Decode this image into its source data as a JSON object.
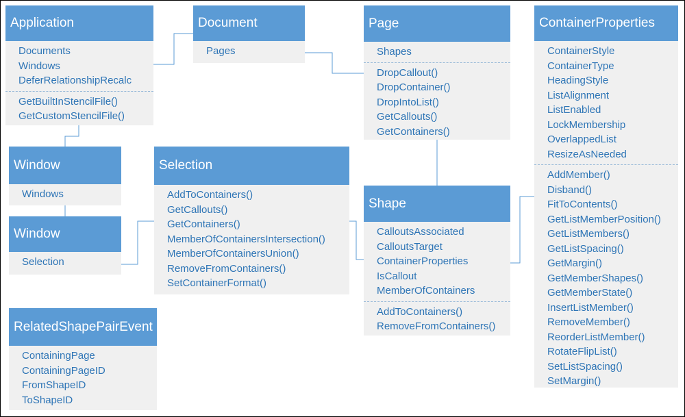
{
  "classes": {
    "application": {
      "title": "Application",
      "properties": [
        "Documents",
        "Windows",
        "DeferRelationshipRecalc"
      ],
      "methods": [
        "GetBuiltInStencilFile()",
        "GetCustomStencilFile()"
      ]
    },
    "document": {
      "title": "Document",
      "properties": [
        "Pages"
      ],
      "methods": []
    },
    "page": {
      "title": "Page",
      "properties": [
        "Shapes"
      ],
      "methods": [
        "DropCallout()",
        "DropContainer()",
        "DropIntoList()",
        "GetCallouts()",
        "GetContainers()"
      ]
    },
    "container_properties": {
      "title": "ContainerProperties",
      "properties": [
        "ContainerStyle",
        "ContainerType",
        "HeadingStyle",
        "ListAlignment",
        "ListEnabled",
        "LockMembership",
        "OverlappedList",
        "ResizeAsNeeded"
      ],
      "methods": [
        "AddMember()",
        "Disband()",
        "FitToContents()",
        "GetListMemberPosition()",
        "GetListMembers()",
        "GetListSpacing()",
        "GetMargin()",
        "GetMemberShapes()",
        "GetMemberState()",
        "InsertListMember()",
        "RemoveMember()",
        "ReorderListMember()",
        "RotateFlipList()",
        "SetListSpacing()",
        "SetMargin()"
      ]
    },
    "window_1": {
      "title": "Window",
      "properties": [
        "Windows"
      ],
      "methods": []
    },
    "window_2": {
      "title": "Window",
      "properties": [
        "Selection"
      ],
      "methods": []
    },
    "selection": {
      "title": "Selection",
      "properties": [],
      "methods": [
        "AddToContainers()",
        "GetCallouts()",
        "GetContainers()",
        "MemberOfContainersIntersection()",
        "MemberOfContainersUnion()",
        "RemoveFromContainers()",
        "SetContainerFormat()"
      ]
    },
    "shape": {
      "title": "Shape",
      "properties": [
        "CalloutsAssociated",
        "CalloutsTarget",
        "ContainerProperties",
        "IsCallout",
        "MemberOfContainers"
      ],
      "methods": [
        "AddToContainers()",
        "RemoveFromContainers()"
      ]
    },
    "related_shape_pair_event": {
      "title": "RelatedShapePairEvent",
      "properties": [
        "ContainingPage",
        "ContainingPageID",
        "FromShapeID",
        "ToShapeID"
      ],
      "methods": []
    }
  },
  "colors": {
    "header_bg": "#5b9bd5",
    "header_text": "#ffffff",
    "body_bg": "#f0f0f0",
    "item_text": "#2e75b6",
    "connector": "#5b9bd5",
    "separator": "#9bbbd9"
  }
}
